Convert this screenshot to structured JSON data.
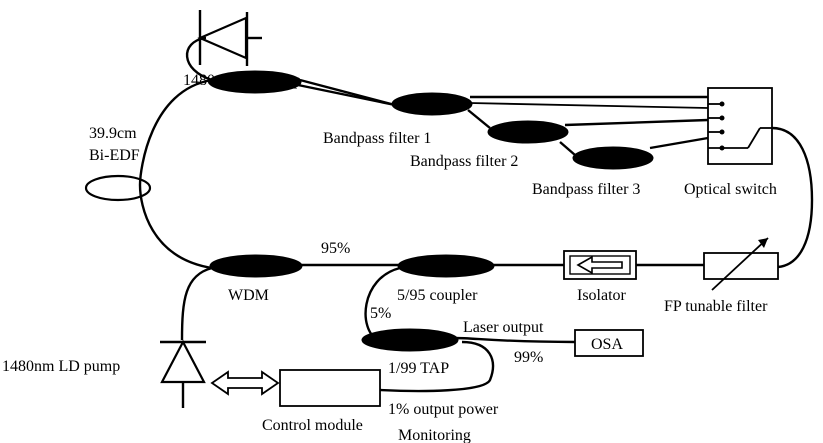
{
  "labels": {
    "ld_pump_top": "1480nm LD pump",
    "ld_pump_bottom": "1480nm LD pump",
    "edf_length": "39.9cm",
    "edf_type": "Bi-EDF",
    "bpf1": "Bandpass filter 1",
    "bpf2": "Bandpass filter 2",
    "bpf3": "Bandpass filter 3",
    "optical_switch": "Optical switch",
    "wdm": "WDM",
    "coupler": "5/95 coupler",
    "pct_95": "95%",
    "pct_5": "5%",
    "isolator": "Isolator",
    "fp_filter": "FP tunable filter",
    "laser_output": "Laser output",
    "osa": "OSA",
    "pct_99": "99%",
    "tap": "1/99 TAP",
    "control_module": "Control module",
    "output_power": "1% output power",
    "monitoring": "Monitoring"
  }
}
